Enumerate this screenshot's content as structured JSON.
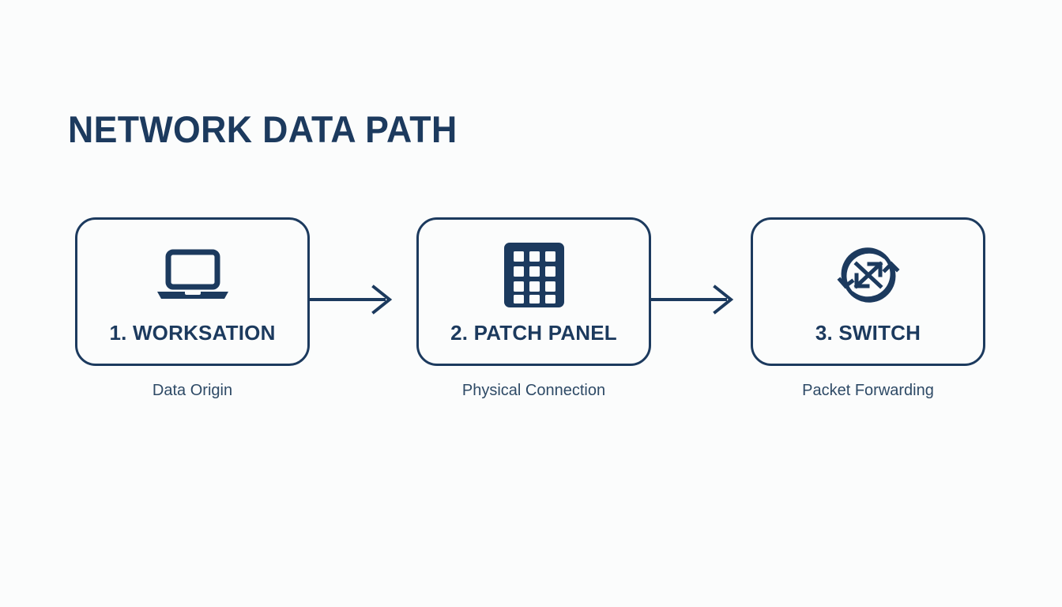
{
  "title": "NETWORK DATA PATH",
  "colors": {
    "navy": "#1c3a5e",
    "caption": "#2e4a66",
    "background": "#fbfcfc"
  },
  "steps": [
    {
      "label": "1. WORKSATION",
      "caption": "Data Origin",
      "icon": "laptop-icon"
    },
    {
      "label": "2. PATCH PANEL",
      "caption": "Physical Connection",
      "icon": "patch-panel-grid-icon"
    },
    {
      "label": "3. SWITCH",
      "caption": "Packet Forwarding",
      "icon": "switch-exchange-icon"
    }
  ],
  "connectors": [
    {
      "name": "arrow-right-icon"
    },
    {
      "name": "arrow-right-icon"
    }
  ]
}
